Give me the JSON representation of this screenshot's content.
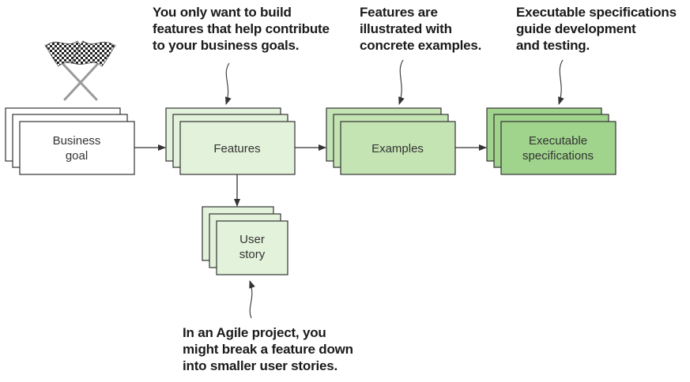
{
  "annotations": {
    "features_note": "You only want to build\nfeatures that help contribute\nto your business goals.",
    "examples_note": "Features are\nillustrated with\nconcrete examples.",
    "specs_note": "Executable specifications\nguide development\nand testing.",
    "user_story_note": "In an Agile project, you\nmight break a feature down\ninto smaller user stories."
  },
  "nodes": {
    "business_goal": [
      "Business",
      "goal"
    ],
    "features": [
      "Features"
    ],
    "examples": [
      "Examples"
    ],
    "executable_specifications": [
      "Executable",
      "specifications"
    ],
    "user_story": [
      "User",
      "story"
    ]
  },
  "colors": {
    "business_goal_fill": "#ffffff",
    "features_fill": "#e3f2da",
    "examples_fill": "#c5e4b3",
    "specs_fill": "#a0d38c",
    "user_story_fill": "#e3f2da",
    "stroke": "#333333",
    "annotation_text": "#1a1a1a"
  },
  "icons": {
    "checkered_flags": "crossed-checkered-flags-icon"
  }
}
